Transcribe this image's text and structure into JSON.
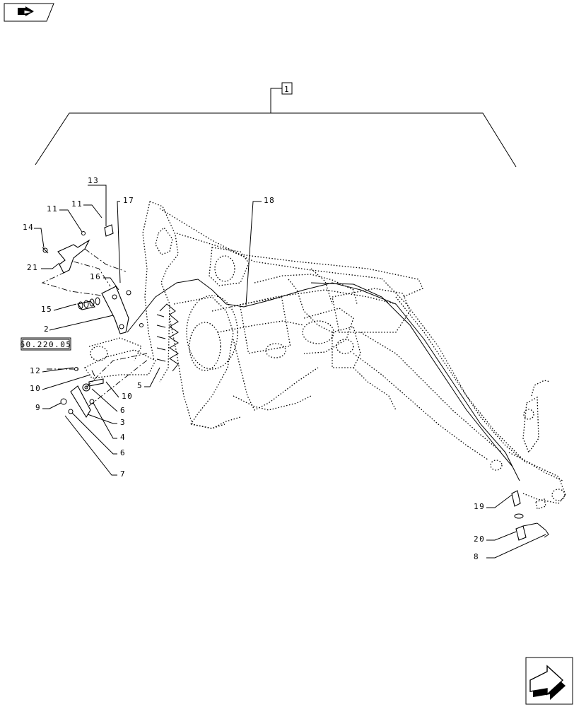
{
  "diagram": {
    "group_label": "1",
    "ref_box": "60.220.05",
    "callouts": [
      "2",
      "3",
      "4",
      "5",
      "6",
      "6",
      "7",
      "8",
      "9",
      "10",
      "10",
      "11",
      "11",
      "12",
      "13",
      "14",
      "15",
      "16",
      "17",
      "18",
      "19",
      "20",
      "21"
    ]
  },
  "nav": {
    "top_icon": "back-arrow-icon",
    "bottom_icon": "next-arrow-icon"
  }
}
